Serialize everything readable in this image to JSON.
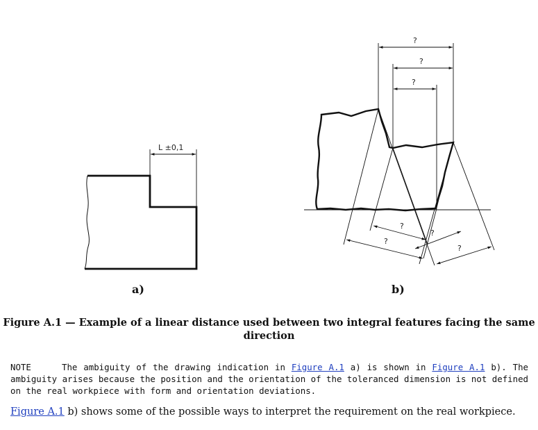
{
  "figure": {
    "a_dimension": "L ±0,1",
    "b_question_mark": "?",
    "label_a": "a)",
    "label_b": "b)"
  },
  "caption": {
    "line1": "Figure A.1 — Example of a linear distance used between two integral features facing the same",
    "line2": "direction"
  },
  "note": {
    "label": "NOTE",
    "t1": "The ambiguity of the drawing indication in ",
    "link1": "Figure A.1",
    "t2": " a) is shown in ",
    "link2": "Figure A.1",
    "t3": " b). The ambiguity arises because the position and the orientation of the toleranced dimension is not defined on the real workpiece with form and orientation deviations."
  },
  "paragraph": {
    "link": "Figure A.1",
    "text": " b) shows some of the possible ways to interpret the requirement on the real workpiece."
  }
}
